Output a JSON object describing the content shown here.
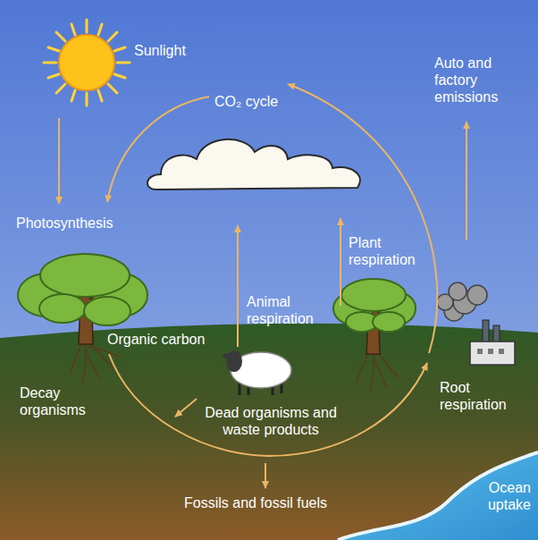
{
  "diagram": {
    "labels": [
      "Sunlight",
      "CO₂ cycle",
      "Auto and factory emissions",
      "Photosynthesis",
      "Plant respiration",
      "Animal respiration",
      "Organic carbon",
      "Decay organisms",
      "Dead organisms and waste products",
      "Root respiration",
      "Fossils and fossil fuels",
      "Ocean uptake"
    ]
  }
}
